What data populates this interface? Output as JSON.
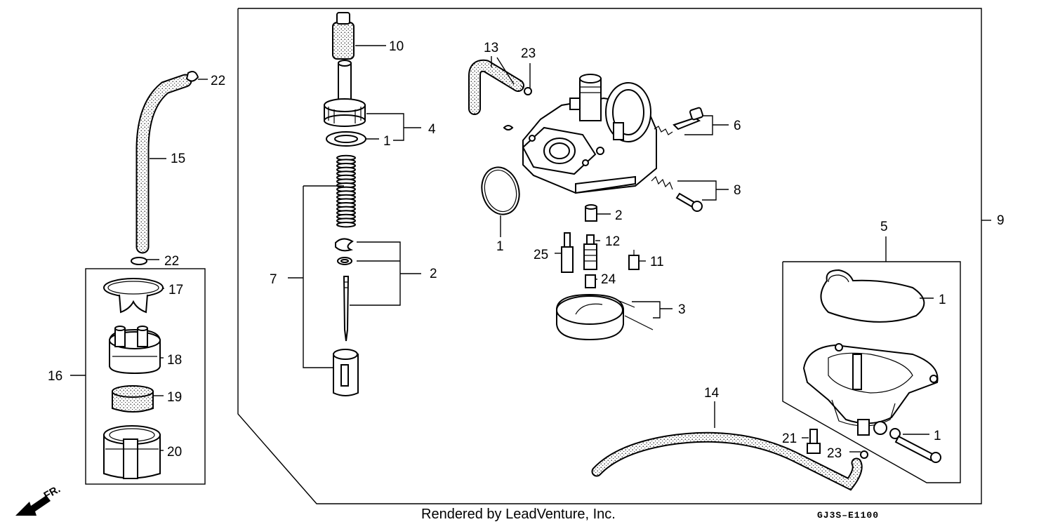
{
  "callouts": [
    {
      "id": "10",
      "text": "10"
    },
    {
      "id": "4",
      "text": "4"
    },
    {
      "id": "1a",
      "text": "1"
    },
    {
      "id": "7",
      "text": "7"
    },
    {
      "id": "2a",
      "text": "2"
    },
    {
      "id": "13",
      "text": "13"
    },
    {
      "id": "23a",
      "text": "23"
    },
    {
      "id": "6",
      "text": "6"
    },
    {
      "id": "8",
      "text": "8"
    },
    {
      "id": "2b",
      "text": "2"
    },
    {
      "id": "1b",
      "text": "1"
    },
    {
      "id": "12",
      "text": "12"
    },
    {
      "id": "25",
      "text": "25"
    },
    {
      "id": "11",
      "text": "11"
    },
    {
      "id": "24",
      "text": "24"
    },
    {
      "id": "3",
      "text": "3"
    },
    {
      "id": "9",
      "text": "9"
    },
    {
      "id": "5",
      "text": "5"
    },
    {
      "id": "1c",
      "text": "1"
    },
    {
      "id": "1d",
      "text": "1"
    },
    {
      "id": "14",
      "text": "14"
    },
    {
      "id": "21",
      "text": "21"
    },
    {
      "id": "23b",
      "text": "23"
    },
    {
      "id": "22a",
      "text": "22"
    },
    {
      "id": "15",
      "text": "15"
    },
    {
      "id": "22b",
      "text": "22"
    },
    {
      "id": "17",
      "text": "17"
    },
    {
      "id": "16",
      "text": "16"
    },
    {
      "id": "18",
      "text": "18"
    },
    {
      "id": "19",
      "text": "19"
    },
    {
      "id": "20",
      "text": "20"
    }
  ],
  "direction_label": "FR.",
  "footer": {
    "credit": "Rendered by LeadVenture, Inc.",
    "diagram_code": "GJ3S–E1100"
  }
}
